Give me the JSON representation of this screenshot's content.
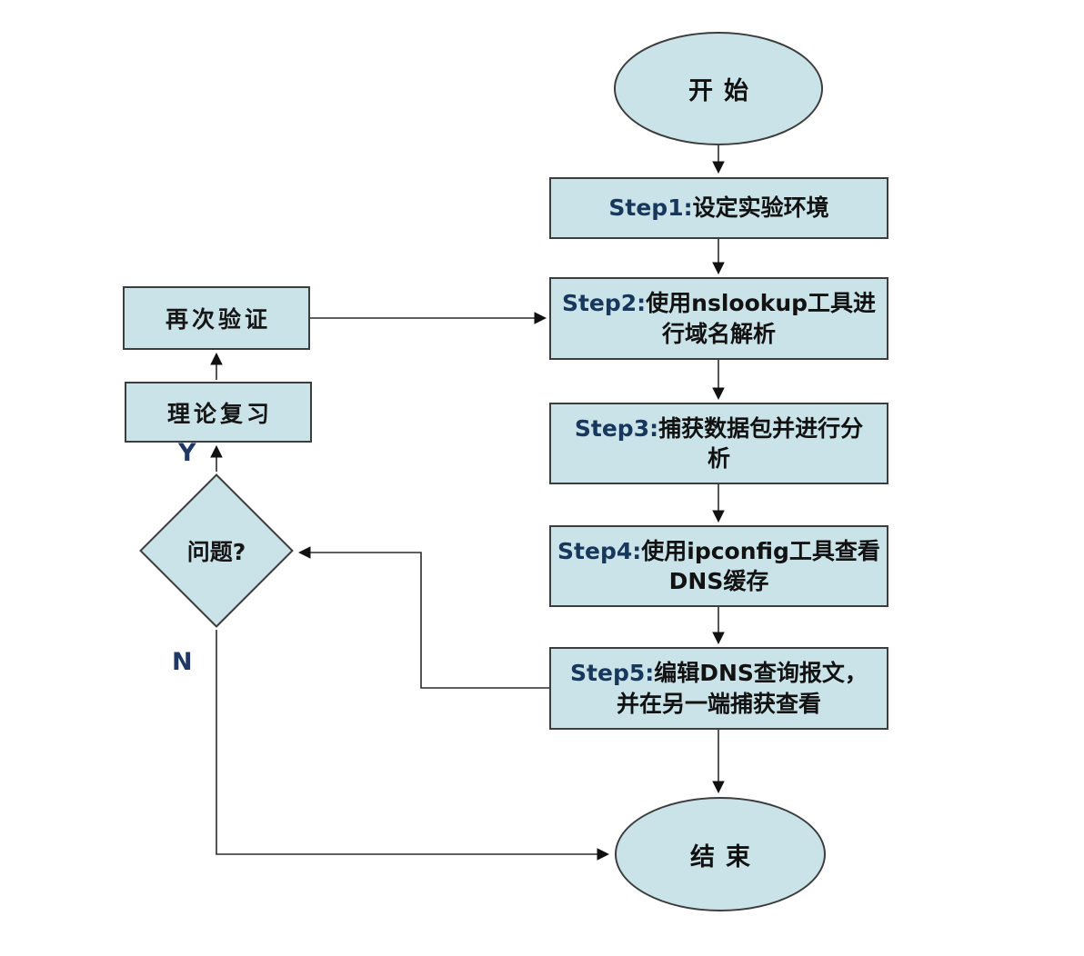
{
  "flowchart": {
    "start_label": "开始",
    "end_label": "结束",
    "steps": [
      {
        "prefix": "Step1:",
        "text": "设定实验环境"
      },
      {
        "prefix": "Step2:",
        "text": "使用nslookup工具进\n行域名解析"
      },
      {
        "prefix": "Step3:",
        "text": "捕获数据包并进行分\n析"
      },
      {
        "prefix": "Step4:",
        "text": "使用ipconfig工具查看\nDNS缓存"
      },
      {
        "prefix": "Step5:",
        "text": "编辑DNS查询报文，\n并在另一端捕获查看"
      }
    ],
    "verify_again_label": "再次验证",
    "theory_review_label": "理论复习",
    "decision_label": "问题?",
    "yes_label": "Y",
    "no_label": "N",
    "colors": {
      "node_fill": "#c9e3e8",
      "node_border": "#3d3d3d",
      "arrow": "#2b2b2b",
      "step_prefix": "#17375d",
      "branch_label": "#1f3864"
    }
  }
}
